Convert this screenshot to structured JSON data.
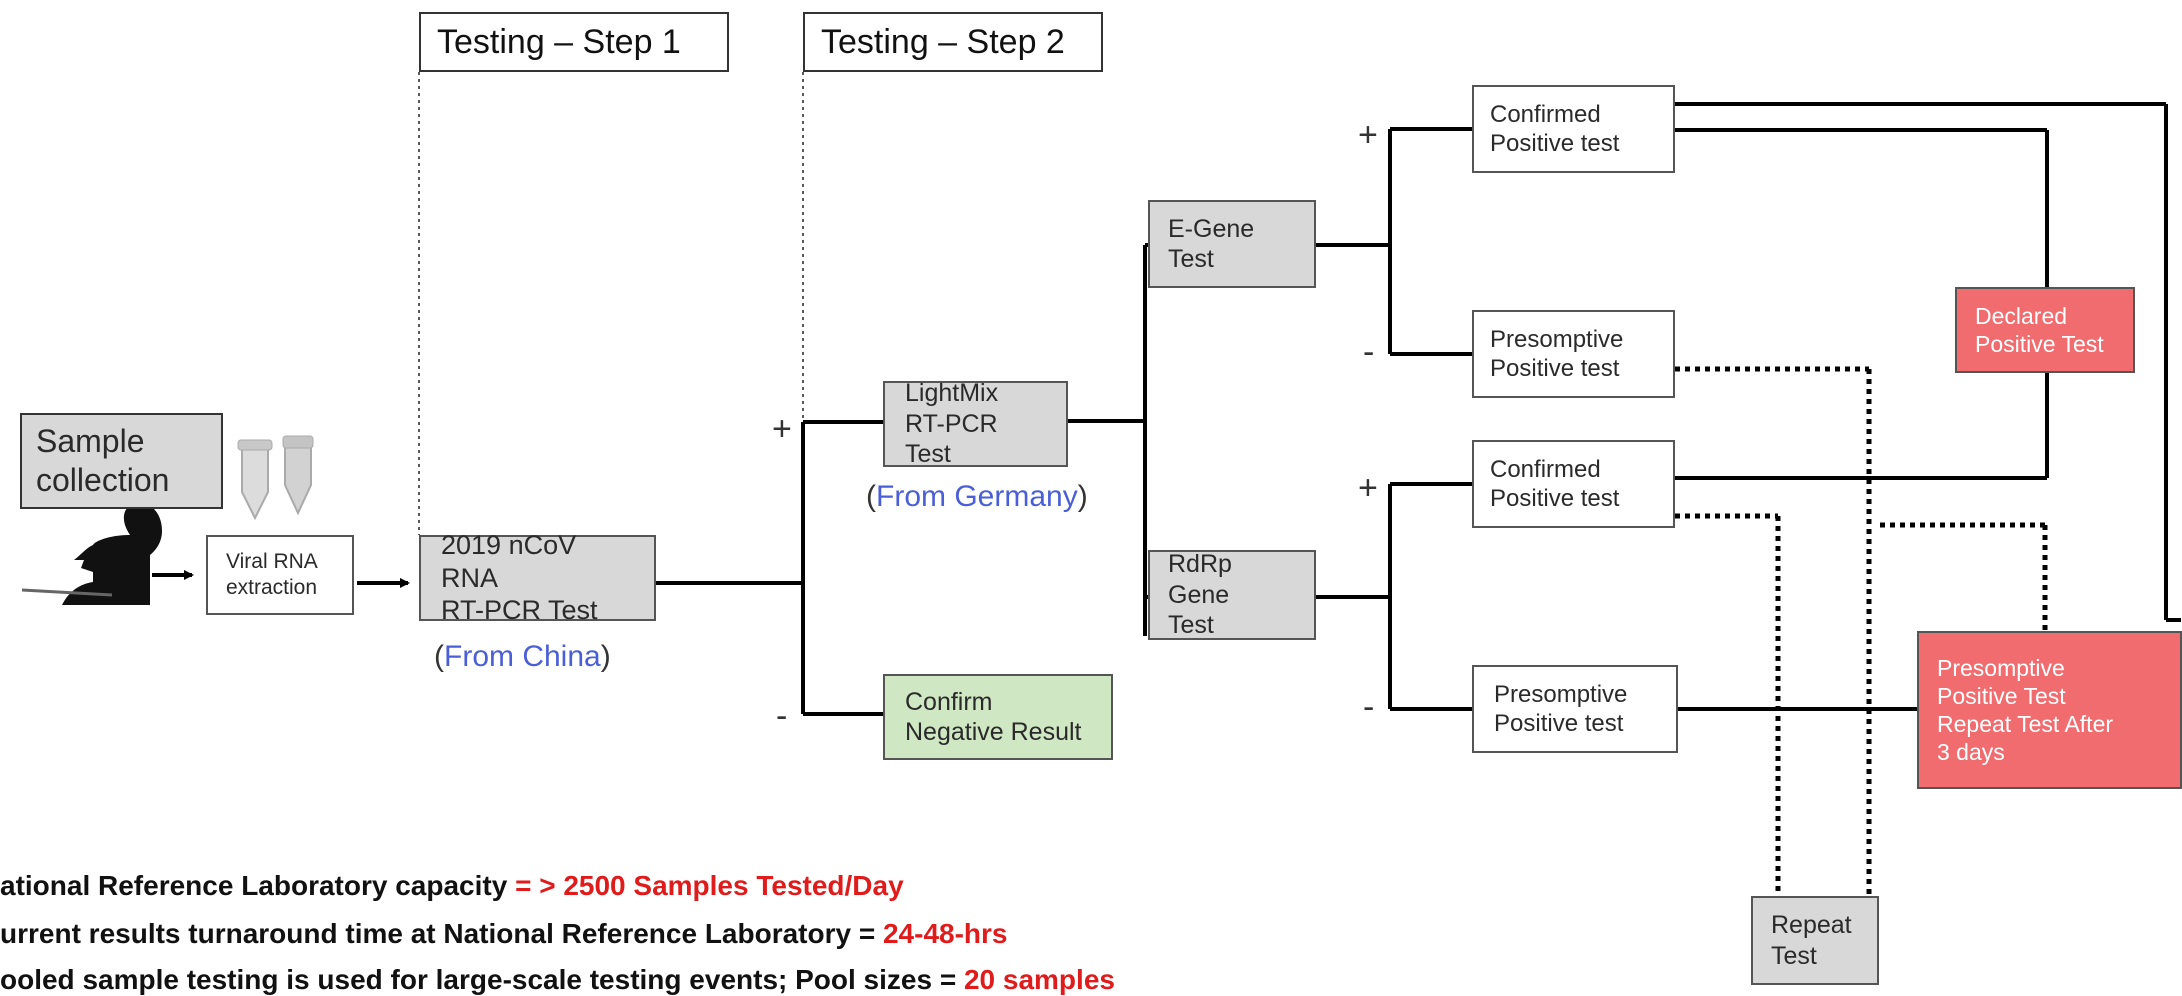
{
  "step_headers": [
    "Testing – Step 1",
    "Testing – Step 2"
  ],
  "boxes": {
    "sample_collection": "Sample\ncollection",
    "viral_rna": "Viral RNA\nextraction",
    "ncov_test": "2019 nCoV RNA\nRT-PCR Test",
    "lightmix_test": "LightMix\nRT-PCR Test",
    "confirm_negative": "Confirm\nNegative Result",
    "egene_test": "E-Gene\nTest",
    "rdrp_test": "RdRp Gene\nTest",
    "confirmed_pos_1": "Confirmed\nPositive test",
    "presumptive_pos_1": "Presomptive\nPositive test",
    "confirmed_pos_2": "Confirmed\nPositive test",
    "presumptive_pos_2": "Presomptive\nPositive test",
    "declared_positive": "Declared\nPositive Test",
    "presumptive_repeat": "Presomptive\nPositive Test\nRepeat Test After\n3 days",
    "repeat_test": "Repeat\nTest"
  },
  "origins": {
    "china": {
      "open": "(",
      "place": "From China",
      "close": ")"
    },
    "germany": {
      "open": "(",
      "place": "From Germany",
      "close": ")"
    }
  },
  "signs": {
    "plus": "+",
    "minus": "-"
  },
  "footnotes": [
    {
      "text": "ational Reference Laboratory capacity ",
      "highlight": "= > 2500 Samples Tested/Day"
    },
    {
      "text": "urrent results  turnaround time at National Reference Laboratory = ",
      "highlight": "24-48-hrs"
    },
    {
      "text": "ooled sample testing is used for large-scale testing events; Pool sizes = ",
      "highlight": "20 samples"
    }
  ],
  "colors": {
    "gray_box": "#d8d8d8",
    "green_box": "#cfe8c3",
    "red_box": "#f06c6f",
    "origin_text": "#4a5fd6",
    "highlight": "#e01b1b"
  },
  "icons": [
    "person-swab-icon",
    "sample-tubes-icon",
    "arrow-right-icon"
  ]
}
